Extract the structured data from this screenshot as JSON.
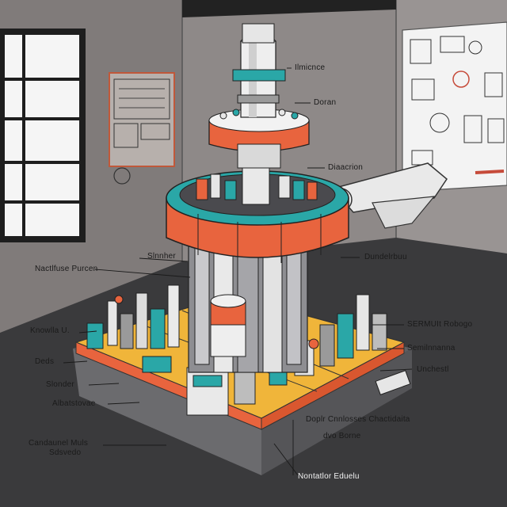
{
  "colors": {
    "wall": "#8a8584",
    "wall_dark": "#6e6a69",
    "floor": "#3b3b3d",
    "orange": "#e8643e",
    "teal": "#2aa7a7",
    "yellow": "#f0b53a",
    "white": "#eeeeee",
    "ink": "#1a1a1a",
    "window_light": "#f4f4f4"
  },
  "icons": [
    "robot-arm-icon",
    "window-icon",
    "wall-chart-icon",
    "poster-icon"
  ],
  "labels": {
    "top_right_1": "Ilmicnce",
    "top_right_2": "Doran",
    "mid_right_1": "Diaacrion",
    "mid_left_1": "Nactlfuse Purcen",
    "mid_center": "Slnnher",
    "mid_right_2": "Dundelrbuu",
    "left_1": "Knowlla U.",
    "right_1": "SERMUIt Robogo",
    "right_2": "Semilnnanna",
    "left_2": "Deds",
    "right_3": "Unchestl",
    "left_3": "Slonder",
    "left_4": "Albatstovae",
    "bottom_center_1": "Doplr Cnnlosses Chactidaita",
    "bottom_center_2": "dvo Borne",
    "bottom_left": "Candaunel Muls",
    "bottom_left_2": "Sdsvedo",
    "bottom": "Nontatlor Eduelu"
  }
}
